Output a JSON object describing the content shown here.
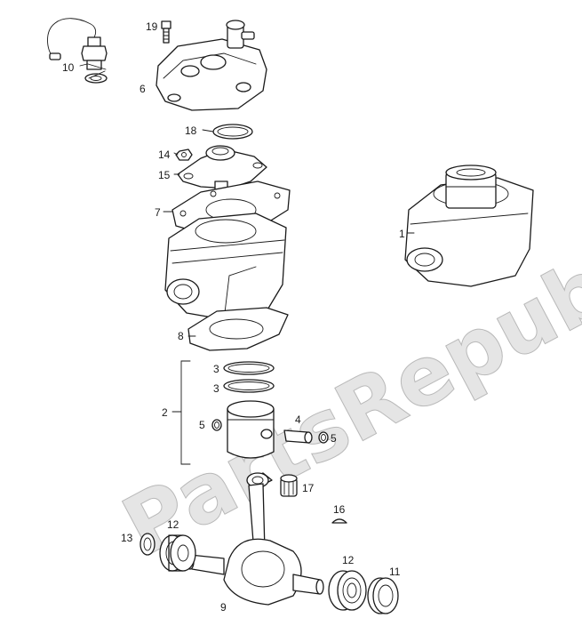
{
  "watermark": "PartsRepublik",
  "colors": {
    "line": "#1a1a1a",
    "watermark": "#cfcfcf",
    "background": "#ffffff"
  },
  "callouts": {
    "c19": "19",
    "c6": "6",
    "c10": "10",
    "c18": "18",
    "c14": "14",
    "c15": "15",
    "c7": "7",
    "c1": "1",
    "c8": "8",
    "c3a": "3",
    "c3b": "3",
    "c2": "2",
    "c5a": "5",
    "c4": "4",
    "c5b": "5",
    "c17": "17",
    "c16": "16",
    "c13": "13",
    "c12a": "12",
    "c12b": "12",
    "c11": "11",
    "c9": "9"
  }
}
